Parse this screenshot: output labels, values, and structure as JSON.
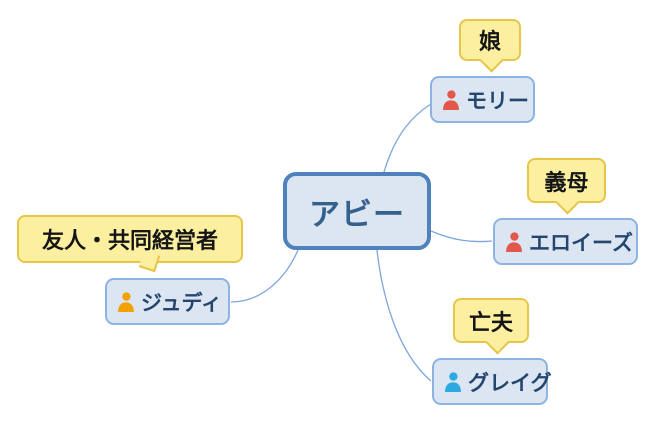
{
  "colors": {
    "node_fill": "#dce6f2",
    "node_border": "#8db3e2",
    "root_fill": "#dce6f1",
    "root_border": "#4f81bd",
    "node_text": "#24466e",
    "root_text": "#35618f",
    "callout_fill": "#fcf0a0",
    "callout_border": "#e7c549",
    "callout_text": "#151515",
    "connector": "#7da7d9",
    "icon_red": "#e2574c",
    "icon_blue": "#2da8e0",
    "icon_orange": "#f2a104"
  },
  "mindmap": {
    "root": {
      "label": "アビー"
    },
    "nodes": [
      {
        "label": "モリー",
        "relation": "娘",
        "icon": "person-icon",
        "icon_color": "#e2574c",
        "position": "top-right"
      },
      {
        "label": "エロイーズ",
        "relation": "義母",
        "icon": "person-icon",
        "icon_color": "#e2574c",
        "position": "right"
      },
      {
        "label": "グレイグ",
        "relation": "亡夫",
        "icon": "person-icon",
        "icon_color": "#2da8e0",
        "position": "bottom-right"
      },
      {
        "label": "ジュディ",
        "relation": "友人・共同経営者",
        "icon": "person-icon",
        "icon_color": "#f2a104",
        "position": "left"
      }
    ]
  }
}
